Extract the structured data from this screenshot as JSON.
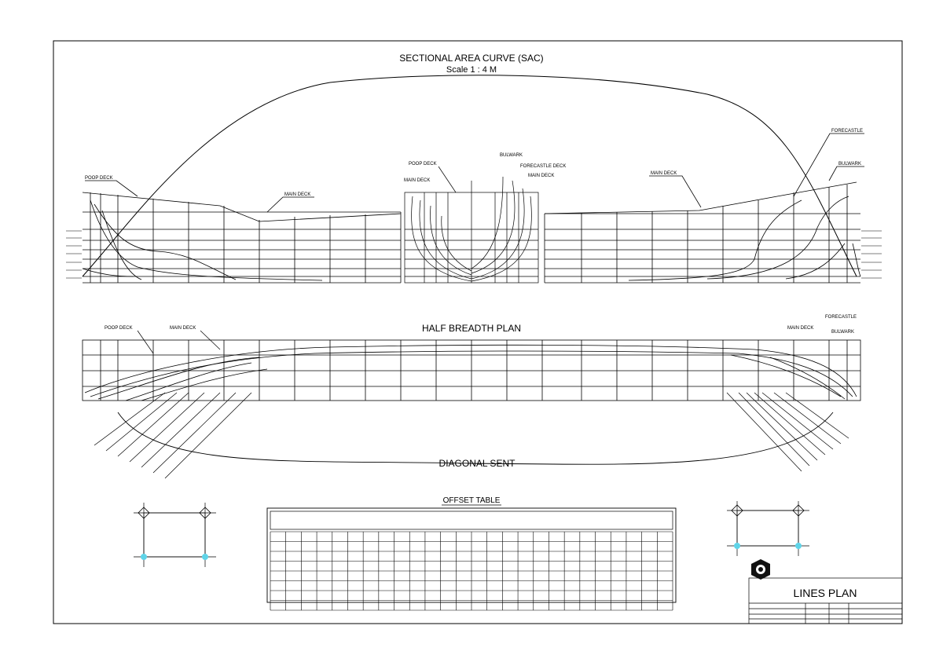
{
  "sac": {
    "title": "SECTIONAL AREA CURVE (SAC)",
    "scale": "Scale 1 : 4 M"
  },
  "profile": {
    "labels": {
      "poop_deck": "POOP DECK",
      "main_deck_aft": "MAIN DECK",
      "main_deck_fwd": "MAIN DECK",
      "forecastle": "FORECASTLE",
      "bulwark": "BULWARK"
    },
    "wl_left": [
      "",
      "",
      "",
      "",
      "",
      "",
      ""
    ],
    "wl_right": [
      "",
      "",
      "",
      "",
      "",
      "",
      ""
    ],
    "stations_aft": [
      "",
      "",
      "",
      "",
      "",
      "",
      "",
      "",
      "",
      ""
    ],
    "stations_fwd": [
      "",
      "",
      "",
      "",
      "",
      "",
      "",
      "",
      "",
      "",
      ""
    ]
  },
  "body_plan": {
    "labels": {
      "poop_deck": "POOP DECK",
      "main_deck": "MAIN DECK",
      "bulwark": "BULWARK",
      "forecastle_deck": "FORECASTLE DECK",
      "main_deck_fwd": "MAIN DECK"
    },
    "bl_labels": [
      "",
      "",
      "",
      "",
      "",
      ""
    ]
  },
  "half_breadth": {
    "title": "HALF BREADTH PLAN",
    "labels": {
      "poop_deck": "POOP DECK",
      "main_deck_aft": "MAIN DECK",
      "main_deck_fwd": "MAIN DECK",
      "forecastle": "FORECASTLE",
      "bulwark": "BULWARK"
    },
    "bl_left": [
      "",
      "",
      ""
    ],
    "bl_right": [
      "",
      "",
      ""
    ],
    "stations": [
      "",
      "",
      "",
      "",
      "",
      "",
      "",
      "",
      "",
      "",
      "",
      "",
      "",
      "",
      "",
      "",
      "",
      "",
      "",
      "",
      "",
      "",
      "",
      "",
      ""
    ],
    "diag_aft": [
      "",
      "",
      "",
      "",
      "",
      "",
      ""
    ],
    "diag_fwd": [
      "",
      "",
      "",
      "",
      "",
      "",
      ""
    ]
  },
  "diagonal": {
    "title": "DIAGONAL SENT"
  },
  "offset_table": {
    "title": "OFFSET TABLE",
    "subtitle": "",
    "corner": "",
    "columns": [
      "",
      "",
      "",
      "",
      "",
      "",
      "",
      "",
      "",
      "",
      "",
      "",
      "",
      "",
      "",
      "",
      "",
      "",
      "",
      "",
      "",
      "",
      "",
      "",
      ""
    ],
    "rows": [
      {
        "wl": "",
        "values": [
          "",
          "",
          "",
          "",
          "",
          "",
          "",
          "",
          "",
          "",
          "",
          "",
          "",
          "",
          "",
          "",
          "",
          "",
          "",
          "",
          "",
          "",
          "",
          "",
          ""
        ]
      },
      {
        "wl": "",
        "values": [
          "",
          "",
          "",
          "",
          "",
          "",
          "",
          "",
          "",
          "",
          "",
          "",
          "",
          "",
          "",
          "",
          "",
          "",
          "",
          "",
          "",
          "",
          "",
          "",
          ""
        ]
      },
      {
        "wl": "",
        "values": [
          "",
          "",
          "",
          "",
          "",
          "",
          "",
          "",
          "",
          "",
          "",
          "",
          "",
          "",
          "",
          "",
          "",
          "",
          "",
          "",
          "",
          "",
          "",
          "",
          ""
        ]
      },
      {
        "wl": "",
        "values": [
          "",
          "",
          "",
          "",
          "",
          "",
          "",
          "",
          "",
          "",
          "",
          "",
          "",
          "",
          "",
          "",
          "",
          "",
          "",
          "",
          "",
          "",
          "",
          "",
          ""
        ]
      },
      {
        "wl": "",
        "values": [
          "",
          "",
          "",
          "",
          "",
          "",
          "",
          "",
          "",
          "",
          "",
          "",
          "",
          "",
          "",
          "",
          "",
          "",
          "",
          "",
          "",
          "",
          "",
          "",
          ""
        ]
      },
      {
        "wl": "",
        "values": [
          "",
          "",
          "",
          "",
          "",
          "",
          "",
          "",
          "",
          "",
          "",
          "",
          "",
          "",
          "",
          "",
          "",
          "",
          "",
          "",
          "",
          "",
          "",
          "",
          ""
        ]
      },
      {
        "wl": "",
        "values": [
          "",
          "",
          "",
          "",
          "",
          "",
          "",
          "",
          "",
          "",
          "",
          "",
          "",
          "",
          "",
          "",
          "",
          "",
          "",
          "",
          "",
          "",
          "",
          "",
          ""
        ]
      }
    ]
  },
  "main_dimension": {
    "title": "",
    "rows": [
      {
        "name": "",
        "value": ""
      },
      {
        "name": "",
        "value": ""
      },
      {
        "name": "",
        "value": ""
      },
      {
        "name": "",
        "value": ""
      },
      {
        "name": "",
        "value": ""
      },
      {
        "name": "",
        "value": ""
      },
      {
        "name": "",
        "value": ""
      },
      {
        "name": "",
        "value": ""
      }
    ]
  },
  "form_coefficient": {
    "title": "",
    "rows": [
      {
        "name": "",
        "value": ""
      },
      {
        "name": "",
        "value": ""
      },
      {
        "name": "",
        "value": ""
      },
      {
        "name": "",
        "value": ""
      },
      {
        "name": "",
        "value": ""
      }
    ]
  },
  "title_block": {
    "institution": [
      "",
      "",
      ""
    ],
    "design_label": "",
    "drawing_title": "LINES PLAN",
    "fields": [
      "",
      "",
      "",
      "",
      "",
      "",
      "",
      "",
      ""
    ]
  }
}
